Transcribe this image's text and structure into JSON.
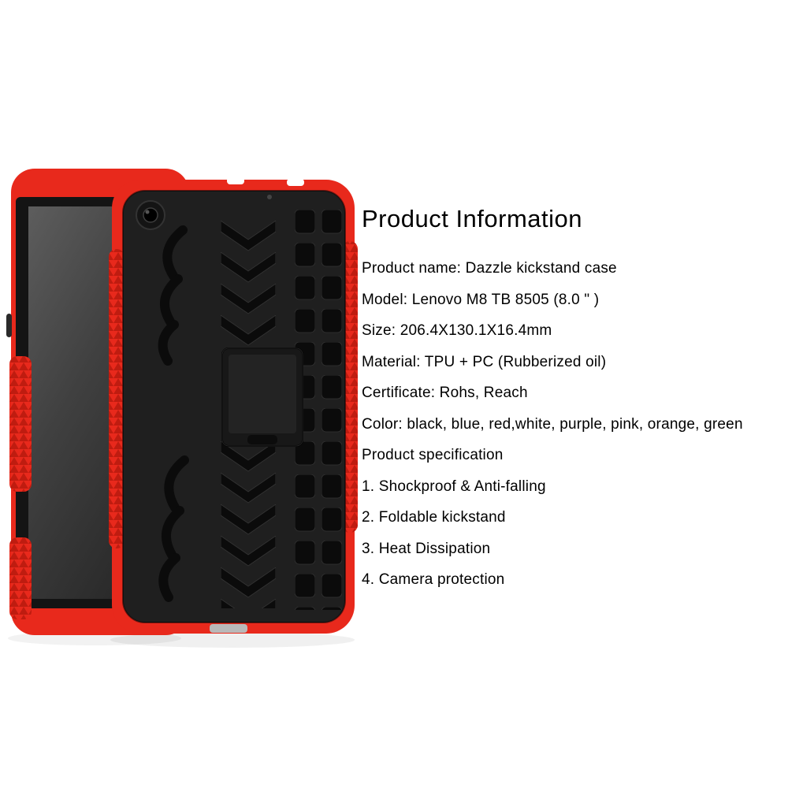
{
  "product_info": {
    "title": "Product Information",
    "lines": [
      "Product name: Dazzle kickstand case",
      "Model: Lenovo M8 TB 8505 (8.0 \" )",
      "Size: 206.4X130.1X16.4mm",
      "Material: TPU + PC (Rubberized oil)",
      "Certificate: Rohs, Reach",
      "Color: black, blue, red,white, purple, pink, orange, green",
      "Product specification",
      "1. Shockproof & Anti-falling",
      "2. Foldable kickstand",
      "3. Heat Dissipation",
      "4. Camera protection"
    ]
  },
  "photo": {
    "subject": "rugged-kickstand-tablet-case-front-and-back",
    "colors": {
      "case_red": "#e8291c",
      "case_red_dark": "#bf1c10",
      "case_black": "#1f1f1f",
      "tread_black": "#0b0b0b",
      "screen_gray": "#4a4a4a",
      "background": "#ffffff"
    }
  }
}
